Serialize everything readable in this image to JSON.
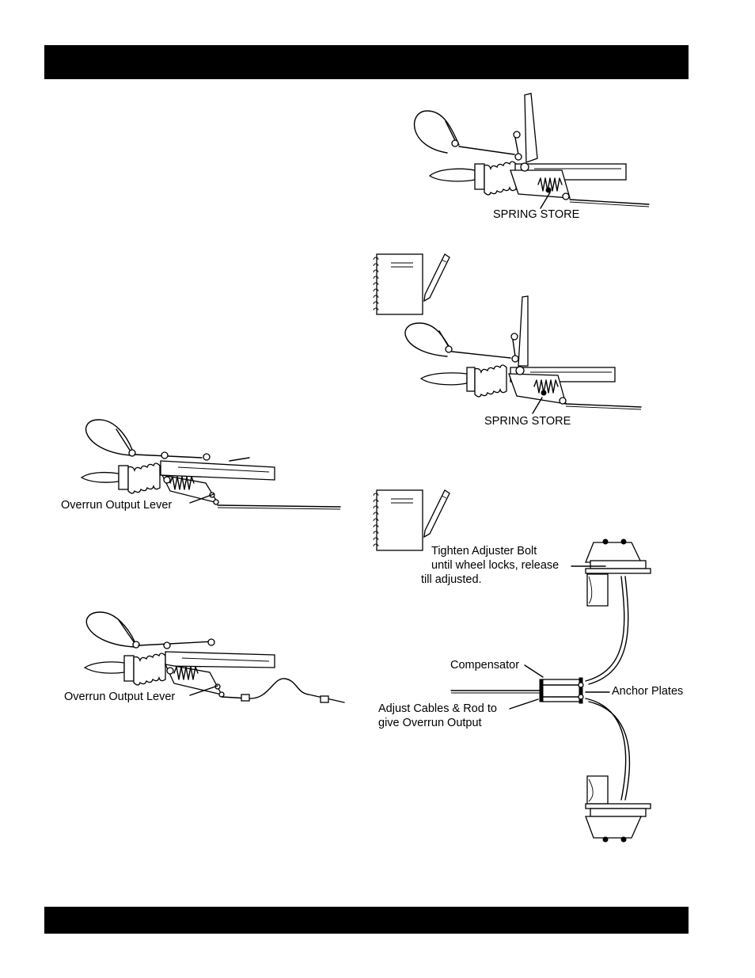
{
  "header_bar": {
    "text": ""
  },
  "footer_bar": {
    "text": ""
  },
  "figures": {
    "coupling_top": {
      "label": "SPRING STORE"
    },
    "coupling_mid": {
      "label": "SPRING STORE"
    },
    "overrun_left_1": {
      "label": "Overrun Output Lever"
    },
    "overrun_left_2": {
      "label": "Overrun Output Lever"
    },
    "brake_system": {
      "adjuster_label_line1": "Tighten Adjuster Bolt",
      "adjuster_label_line2": "until wheel locks, release",
      "adjuster_label_line3": "till adjusted.",
      "compensator_label": "Compensator",
      "anchor_label": "Anchor Plates",
      "adjust_label_line1": "Adjust Cables & Rod to",
      "adjust_label_line2": "give Overrun Output"
    }
  },
  "icons": [
    "notepad-icon",
    "notepad-icon"
  ]
}
